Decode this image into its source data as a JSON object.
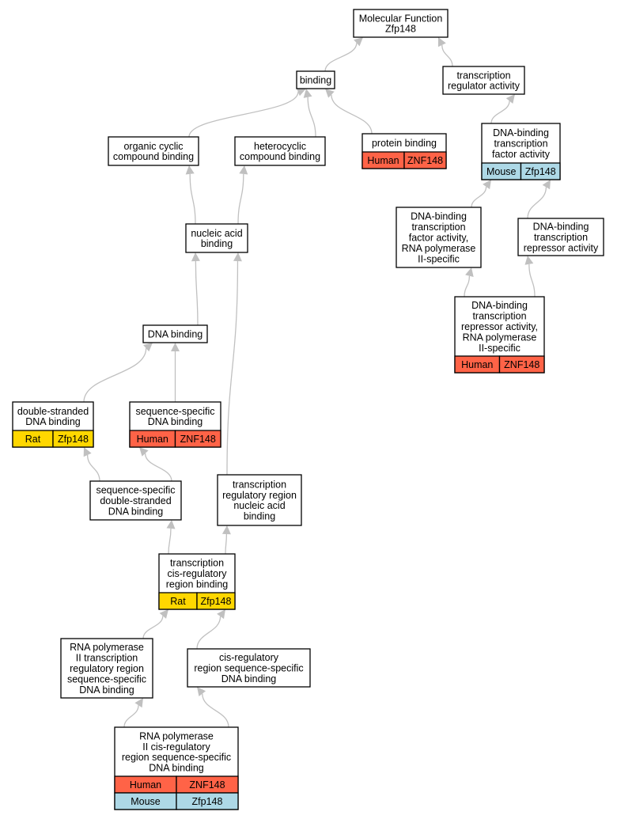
{
  "colors": {
    "edge": "#c0c0c0",
    "Human": "#ff6347",
    "Mouse": "#add8e6",
    "Rat": "#ffd700"
  },
  "nodes": {
    "mf": {
      "lines": [
        "Molecular Function",
        "Zfp148"
      ]
    },
    "trans": {
      "lines": [
        "transcription",
        "regulator activity"
      ]
    },
    "bind": {
      "lines": [
        "binding"
      ]
    },
    "ocb": {
      "lines": [
        "organic cyclic",
        "compound binding"
      ]
    },
    "hcb": {
      "lines": [
        "heterocyclic",
        "compound binding"
      ]
    },
    "pb": {
      "lines": [
        "protein binding"
      ],
      "genes": [
        [
          "Human",
          "ZNF148"
        ]
      ]
    },
    "dbtfa": {
      "lines": [
        "DNA-binding",
        "transcription",
        "factor activity"
      ],
      "genes": [
        [
          "Mouse",
          "Zfp148"
        ]
      ]
    },
    "nab": {
      "lines": [
        "nucleic acid",
        "binding"
      ]
    },
    "dbtfr": {
      "lines": [
        "DNA-binding",
        "transcription",
        "factor activity,",
        "RNA polymerase",
        "II-specific"
      ]
    },
    "dbtra": {
      "lines": [
        "DNA-binding",
        "transcription",
        "repressor activity"
      ]
    },
    "dbtrr": {
      "lines": [
        "DNA-binding",
        "transcription",
        "repressor activity,",
        "RNA polymerase",
        "II-specific"
      ],
      "genes": [
        [
          "Human",
          "ZNF148"
        ]
      ]
    },
    "dnab": {
      "lines": [
        "DNA binding"
      ]
    },
    "dsdb": {
      "lines": [
        "double-stranded",
        "DNA binding"
      ],
      "genes": [
        [
          "Rat",
          "Zfp148"
        ]
      ]
    },
    "ssdb": {
      "lines": [
        "sequence-specific",
        "DNA binding"
      ],
      "genes": [
        [
          "Human",
          "ZNF148"
        ]
      ]
    },
    "ssds": {
      "lines": [
        "sequence-specific",
        "double-stranded",
        "DNA binding"
      ]
    },
    "trrna": {
      "lines": [
        "transcription",
        "regulatory region",
        "nucleic acid",
        "binding"
      ]
    },
    "tcrb": {
      "lines": [
        "transcription",
        "cis-regulatory",
        "region binding"
      ],
      "genes": [
        [
          "Rat",
          "Zfp148"
        ]
      ]
    },
    "rnap2": {
      "lines": [
        "RNA polymerase",
        "II transcription",
        "regulatory region",
        "sequence-specific",
        "DNA binding"
      ]
    },
    "crss": {
      "lines": [
        "cis-regulatory",
        "region sequence-specific",
        "DNA binding"
      ]
    },
    "rnapcr": {
      "lines": [
        "RNA polymerase",
        "II cis-regulatory",
        "region sequence-specific",
        "DNA binding"
      ],
      "genes": [
        [
          "Human",
          "ZNF148"
        ],
        [
          "Mouse",
          "Zfp148"
        ]
      ]
    }
  },
  "edges": [
    [
      "bind",
      "mf"
    ],
    [
      "trans",
      "mf"
    ],
    [
      "ocb",
      "bind"
    ],
    [
      "hcb",
      "bind"
    ],
    [
      "pb",
      "bind"
    ],
    [
      "dbtfa",
      "trans"
    ],
    [
      "nab",
      "ocb"
    ],
    [
      "nab",
      "hcb"
    ],
    [
      "dbtfr",
      "dbtfa"
    ],
    [
      "dbtra",
      "dbtfa"
    ],
    [
      "dbtrr",
      "dbtfr"
    ],
    [
      "dbtrr",
      "dbtra"
    ],
    [
      "dnab",
      "nab"
    ],
    [
      "trrna",
      "nab"
    ],
    [
      "dsdb",
      "dnab"
    ],
    [
      "ssdb",
      "dnab"
    ],
    [
      "ssds",
      "dsdb"
    ],
    [
      "ssds",
      "ssdb"
    ],
    [
      "tcrb",
      "ssds"
    ],
    [
      "tcrb",
      "trrna"
    ],
    [
      "rnap2",
      "tcrb"
    ],
    [
      "crss",
      "tcrb"
    ],
    [
      "rnapcr",
      "rnap2"
    ],
    [
      "rnapcr",
      "crss"
    ]
  ]
}
